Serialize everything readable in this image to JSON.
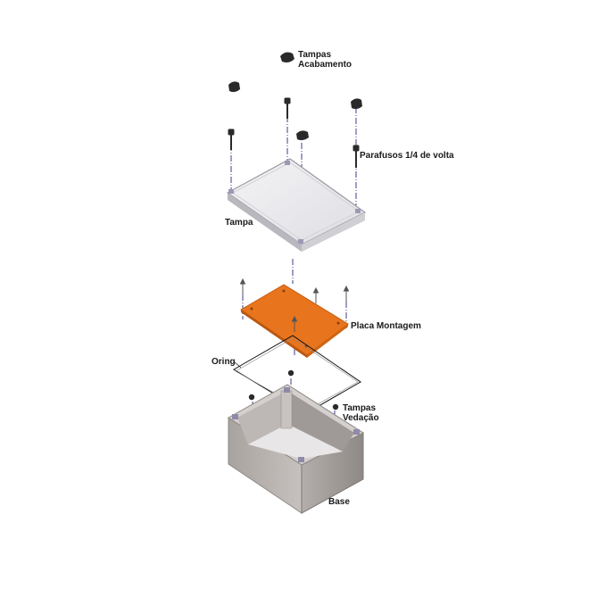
{
  "diagram": {
    "colors": {
      "plate": "#e8751e",
      "plate_edge": "#c45f12",
      "lid_top": "#ececf0",
      "box_side": "#b9b4b1",
      "axis": "#3d3d8f",
      "part": "#2a2a2a"
    },
    "labels": {
      "tampas_acabamento": [
        "Tampas",
        "Acabamento"
      ],
      "parafusos": "Parafusos 1/4 de volta",
      "tampa": "Tampa",
      "placa_montagem": "Placa Montagem",
      "oring": "Oring",
      "tampas_vedacao": [
        "Tampas",
        "Vedação"
      ],
      "base": "Base"
    }
  }
}
